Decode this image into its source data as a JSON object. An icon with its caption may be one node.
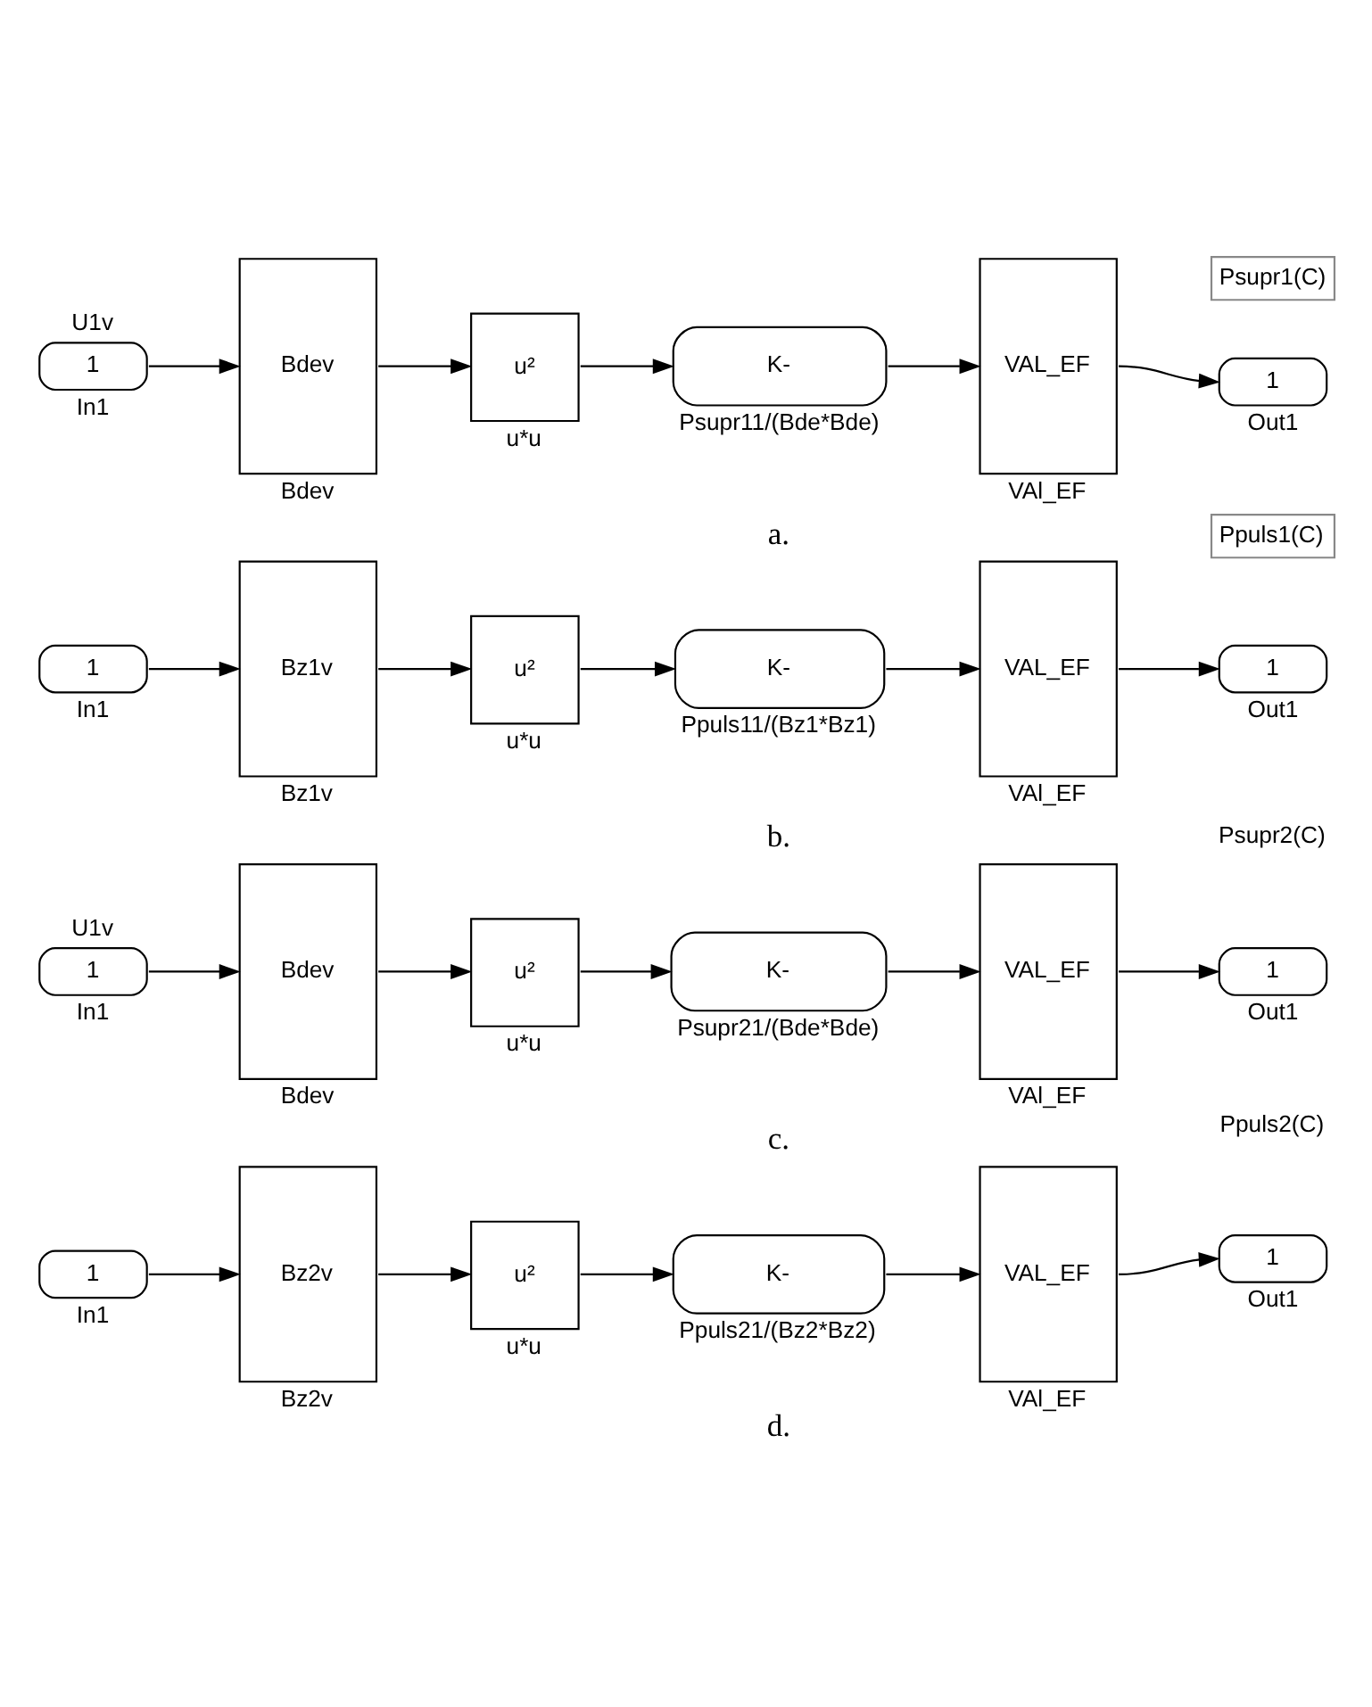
{
  "diagram": {
    "nodes": [
      {
        "text": [
          "1"
        ],
        "beside": [
          "U1v",
          "In1"
        ]
      },
      {
        "text": [
          "Bdev"
        ],
        "beside": [
          "Bdev"
        ]
      },
      {
        "text": [
          "u²"
        ],
        "beside": [
          "u*u"
        ]
      },
      {
        "text": [
          "K-"
        ],
        "beside": [
          "Psupr11/(Bde*Bde)"
        ]
      },
      {
        "text": [
          "VAL_EF"
        ],
        "beside": [
          "VAl_EF"
        ]
      },
      {
        "text": [
          "1"
        ],
        "beside": [
          "Out1"
        ]
      },
      {
        "text": [
          "Psupr1(C)"
        ]
      },
      {
        "text": [
          "1"
        ],
        "beside": [
          "In1"
        ]
      },
      {
        "text": [
          "Bz1v"
        ],
        "beside": [
          "Bz1v"
        ]
      },
      {
        "text": [
          "u²"
        ],
        "beside": [
          "u*u"
        ]
      },
      {
        "text": [
          "K-"
        ],
        "beside": [
          "Ppuls11/(Bz1*Bz1)"
        ]
      },
      {
        "text": [
          "VAL_EF"
        ],
        "beside": [
          "VAl_EF"
        ]
      },
      {
        "text": [
          "1"
        ],
        "beside": [
          "Out1"
        ]
      },
      {
        "text": [
          "Ppuls1(C)"
        ]
      },
      {
        "text": [
          "1"
        ],
        "beside": [
          "U1v",
          "In1"
        ]
      },
      {
        "text": [
          "Bdev"
        ],
        "beside": [
          "Bdev"
        ]
      },
      {
        "text": [
          "u²"
        ],
        "beside": [
          "u*u"
        ]
      },
      {
        "text": [
          "K-"
        ],
        "beside": [
          "Psupr21/(Bde*Bde)"
        ]
      },
      {
        "text": [
          "VAL_EF"
        ],
        "beside": [
          "VAl_EF"
        ]
      },
      {
        "text": [
          "1"
        ],
        "beside": [
          "Out1"
        ]
      },
      {
        "text": [
          "1"
        ],
        "beside": [
          "In1"
        ]
      },
      {
        "text": [
          "Bz2v"
        ],
        "beside": [
          "Bz2v"
        ]
      },
      {
        "text": [
          "u²"
        ],
        "beside": [
          "u*u"
        ]
      },
      {
        "text": [
          "K-"
        ],
        "beside": [
          "Ppuls21/(Bz2*Bz2)"
        ]
      },
      {
        "text": [
          "VAL_EF"
        ],
        "beside": [
          "VAl_EF"
        ]
      },
      {
        "text": [
          "1"
        ],
        "beside": [
          "Out1"
        ]
      }
    ],
    "edges": [
      {
        "from": 0,
        "to": 1,
        "arrow": "to"
      },
      {
        "from": 1,
        "to": 2,
        "arrow": "to"
      },
      {
        "from": 2,
        "to": 3,
        "arrow": "to"
      },
      {
        "from": 3,
        "to": 4,
        "arrow": "to"
      },
      {
        "from": 4,
        "to": 5,
        "arrow": "to"
      },
      {
        "from": 7,
        "to": 8,
        "arrow": "to"
      },
      {
        "from": 8,
        "to": 9,
        "arrow": "to"
      },
      {
        "from": 9,
        "to": 10,
        "arrow": "to"
      },
      {
        "from": 10,
        "to": 11,
        "arrow": "to"
      },
      {
        "from": 11,
        "to": 12,
        "arrow": "to"
      },
      {
        "from": 14,
        "to": 15,
        "arrow": "to"
      },
      {
        "from": 15,
        "to": 16,
        "arrow": "to"
      },
      {
        "from": 16,
        "to": 17,
        "arrow": "to"
      },
      {
        "from": 17,
        "to": 18,
        "arrow": "to"
      },
      {
        "from": 18,
        "to": 19,
        "arrow": "to"
      },
      {
        "from": 20,
        "to": 21,
        "arrow": "to"
      },
      {
        "from": 21,
        "to": 22,
        "arrow": "to"
      },
      {
        "from": 22,
        "to": 23,
        "arrow": "to"
      },
      {
        "from": 23,
        "to": 24,
        "arrow": "to"
      },
      {
        "from": 24,
        "to": 25,
        "arrow": "to"
      }
    ],
    "labels": [
      "a.",
      "b.",
      "Psupr2(C)",
      "c.",
      "Ppuls2(C)",
      "d."
    ]
  }
}
